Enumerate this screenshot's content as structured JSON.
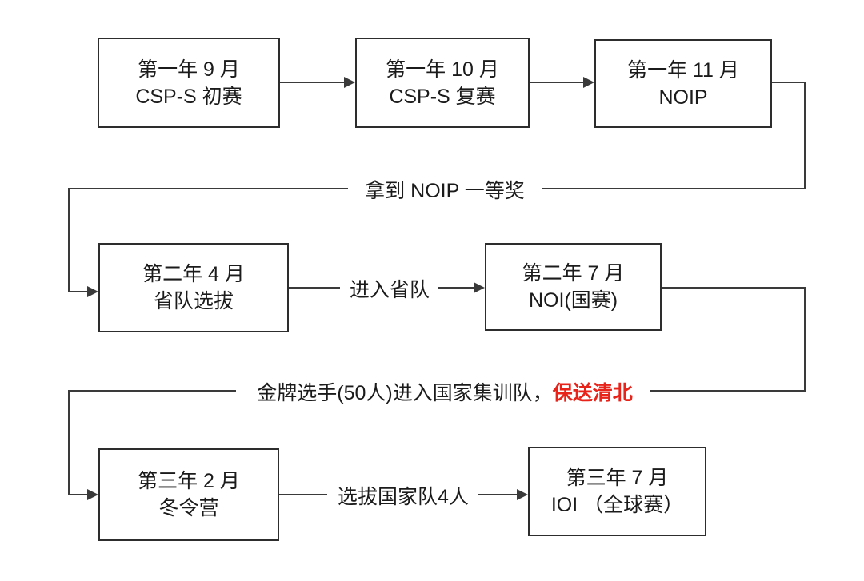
{
  "diagram": {
    "background_color": "#ffffff",
    "line_color": "#3a3a3a",
    "text_color": "#1b1b1b",
    "accent_red": "#e8231a",
    "boxes": [
      {
        "line1": "第一年 9 月",
        "line2": "CSP-S 初赛"
      },
      {
        "line1": "第一年 10 月",
        "line2": "CSP-S 复赛"
      },
      {
        "line1": "第一年 11 月",
        "line2": "NOIP"
      },
      {
        "line1": "第二年 4 月",
        "line2": "省队选拔"
      },
      {
        "line1": "第二年 7 月",
        "line2": "NOI(国赛)"
      },
      {
        "line1": "第三年 2 月",
        "line2": "冬令营"
      },
      {
        "line1": "第三年 7 月",
        "line2": "IOI （全球赛）"
      }
    ],
    "edge_labels": {
      "noip_first_prize": "拿到 NOIP 一等奖",
      "enter_provincial_team": "进入省队",
      "national_training_prefix": "金牌选手(50人)进入国家集训队，",
      "national_training_highlight": "保送清北",
      "national_team_selection": "选拔国家队4人"
    }
  }
}
